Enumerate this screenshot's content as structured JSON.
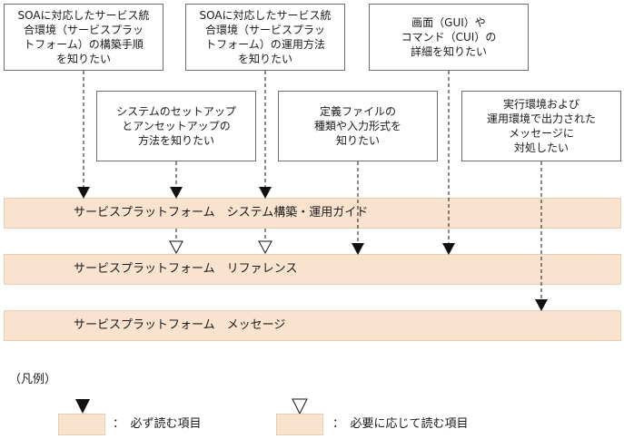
{
  "needs": [
    {
      "id": "build",
      "text": "SOAに対応したサービス統\n合環境（サービスプラッ\nトフォーム）の構築手順\nを知りたい"
    },
    {
      "id": "operate",
      "text": "SOAに対応したサービス統\n合環境（サービスプラッ\nトフォーム）の運用方法\nを知りたい"
    },
    {
      "id": "gui",
      "text": "画面（GUI）や\nコマンド（CUI）の\n詳細を知りたい"
    },
    {
      "id": "setup",
      "text": "システムのセットアップ\nとアンセットアップの\n方法を知りたい"
    },
    {
      "id": "def",
      "text": "定義ファイルの\n種類や入力形式を\n知りたい"
    },
    {
      "id": "msg",
      "text": "実行環境および\n運用環境で出力された\nメッセージに\n対処したい"
    }
  ],
  "manuals": [
    {
      "id": "guide",
      "label": "サービスプラットフォーム　システム構築・運用ガイド"
    },
    {
      "id": "ref",
      "label": "サービスプラットフォーム　リファレンス"
    },
    {
      "id": "message",
      "label": "サービスプラットフォーム　メッセージ"
    }
  ],
  "legend": {
    "title": "（凡例）",
    "required": "：　必ず読む項目",
    "optional": "：　必要に応じて読む項目"
  }
}
